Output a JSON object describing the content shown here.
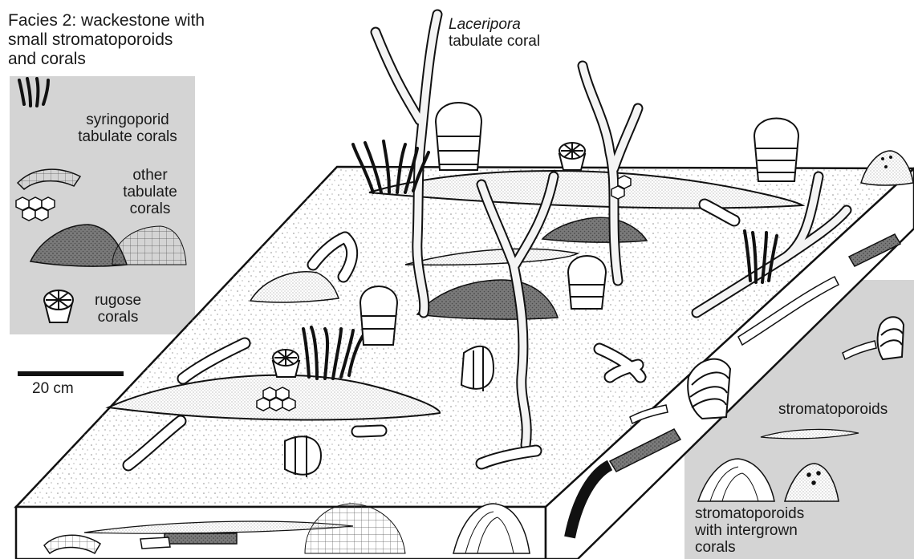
{
  "figure": {
    "title_lines": [
      "Facies 2: wackestone with",
      "small stromatoporoids",
      "and corals"
    ],
    "laceripora_label": {
      "genus": "Laceripora",
      "desc": "tabulate coral"
    },
    "legend": {
      "syringoporid": [
        "syringoporid",
        "tabulate corals"
      ],
      "other_tabulate": [
        "other",
        "tabulate",
        "corals"
      ],
      "rugose": [
        "rugose",
        "corals"
      ]
    },
    "scale_bar": "20 cm",
    "stromatoporoids_label": "stromatoporoids",
    "intergrown_label": [
      "stromatoporoids",
      "with intergrown",
      "corals"
    ]
  },
  "colors": {
    "ink": "#1a1a1a",
    "panel_gray": "#d4d4d4",
    "dark_fill": "#6e6e6e",
    "stipple": "#9a9a9a"
  }
}
